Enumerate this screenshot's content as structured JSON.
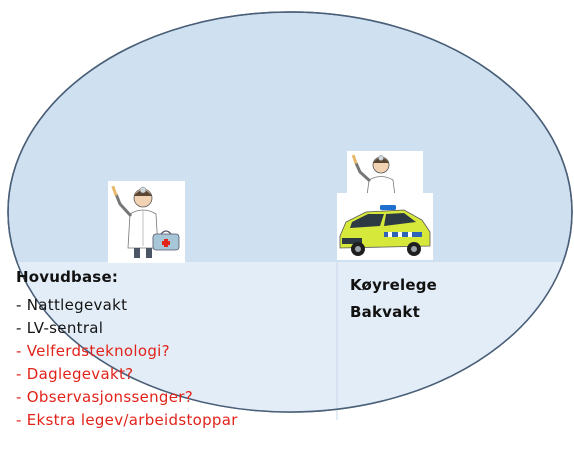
{
  "hovudbase": {
    "title": "Hovudbase:",
    "items": [
      {
        "text": "- Nattlegevakt",
        "color": "#141414"
      },
      {
        "text": "- LV-sentral",
        "color": "#141414"
      },
      {
        "text": "- Velferdsteknologi?",
        "color": "#e2231a"
      },
      {
        "text": "- Daglegevakt?",
        "color": "#e2231a"
      },
      {
        "text": "- Observasjonssenger?",
        "color": "#e2231a"
      },
      {
        "text": "- Ekstra legev/arbeidstoppar",
        "color": "#e2231a"
      }
    ]
  },
  "koyrelege": {
    "line1": "Køyrelege",
    "line2": "Bakvakt"
  },
  "icons": {
    "left_doctor": "doctor-with-medical-bag-icon",
    "right_doctor": "doctor-icon",
    "car": "emergency-car-icon"
  },
  "colors": {
    "ellipse_fill": "#cfe0f0",
    "ellipse_stroke": "#4a5f78",
    "panel_fill": "#e3edf7",
    "red_text": "#e2231a",
    "car_body": "#d6e83a"
  }
}
